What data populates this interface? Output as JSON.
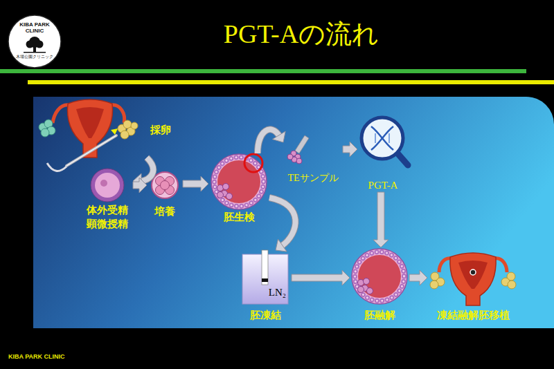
{
  "diagram": {
    "title": "PGT-Aの流れ",
    "nodes": [
      {
        "text": [
          "採卵"
        ]
      },
      {
        "text": [
          "体外受精 顕微授精"
        ]
      },
      {
        "text": [
          "培養"
        ]
      },
      {
        "text": [
          "胚生検"
        ]
      },
      {
        "text": [
          "TEサンプル"
        ]
      },
      {
        "text": [
          "PGT-A"
        ]
      },
      {
        "text": [
          "LN₂",
          "胚凍結"
        ]
      },
      {
        "text": [
          "胚融解"
        ]
      },
      {
        "text": [
          "凍結融解胚移植"
        ]
      }
    ],
    "edges": [
      {
        "from": 0,
        "to": 1,
        "arrow": "to"
      },
      {
        "from": 1,
        "to": 2,
        "arrow": "to"
      },
      {
        "from": 2,
        "to": 3,
        "arrow": "to"
      },
      {
        "from": 3,
        "to": 4,
        "arrow": "to"
      },
      {
        "from": 4,
        "to": 5,
        "arrow": "to"
      },
      {
        "from": 5,
        "to": 7,
        "arrow": "to"
      },
      {
        "from": 3,
        "to": 6,
        "arrow": "to"
      },
      {
        "from": 6,
        "to": 7,
        "arrow": "to"
      },
      {
        "from": 7,
        "to": 8,
        "arrow": "to"
      }
    ],
    "labels": [
      "KIBA PARK CLINIC",
      "木場公園クリニック",
      "KIBA PARK CLINIC"
    ]
  }
}
